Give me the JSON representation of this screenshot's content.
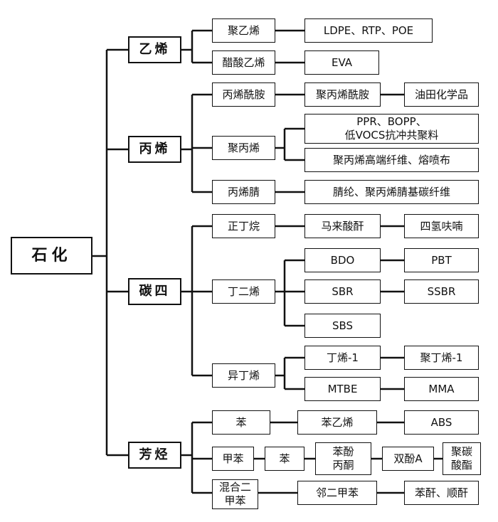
{
  "nodes": {
    "root": "石化",
    "ethylene": "乙烯",
    "propylene": "丙烯",
    "c4": "碳四",
    "aromatics": "芳烃",
    "polyethylene": "聚乙烯",
    "vinyl_acetate": "醋酸乙烯",
    "ldpe_rtp_poe": "LDPE、RTP、POE",
    "eva": "EVA",
    "acrylamide": "丙烯酰胺",
    "polyacrylamide": "聚丙烯酰胺",
    "oilfield_chemicals": "油田化学品",
    "polypropylene": "聚丙烯",
    "ppr_bopp": "PPR、BOPP、\n低VOCS抗冲共聚料",
    "pp_fiber": "聚丙烯高端纤维、熔喷布",
    "acrylonitrile": "丙烯腈",
    "acrylic_fiber": "腈纶、聚丙烯腈基碳纤维",
    "n_butane": "正丁烷",
    "maleic_anhydride": "马来酸酐",
    "thf": "四氢呋喃",
    "butadiene": "丁二烯",
    "bdo": "BDO",
    "pbt": "PBT",
    "sbr": "SBR",
    "ssbr": "SSBR",
    "sbs": "SBS",
    "isobutylene": "异丁烯",
    "butene_1": "丁烯-1",
    "polybutene_1": "聚丁烯-1",
    "mtbe": "MTBE",
    "mma": "MMA",
    "benzene": "苯",
    "styrene": "苯乙烯",
    "abs": "ABS",
    "toluene": "甲苯",
    "benzene_2": "苯",
    "phenol_acetone": "苯酚\n丙酮",
    "bisphenol_a": "双酚A",
    "polycarbonate": "聚碳\n酸酯",
    "mixed_xylene": "混合二\n甲苯",
    "o_xylene": "邻二甲苯",
    "anhydrides": "苯酐、顺酐"
  }
}
